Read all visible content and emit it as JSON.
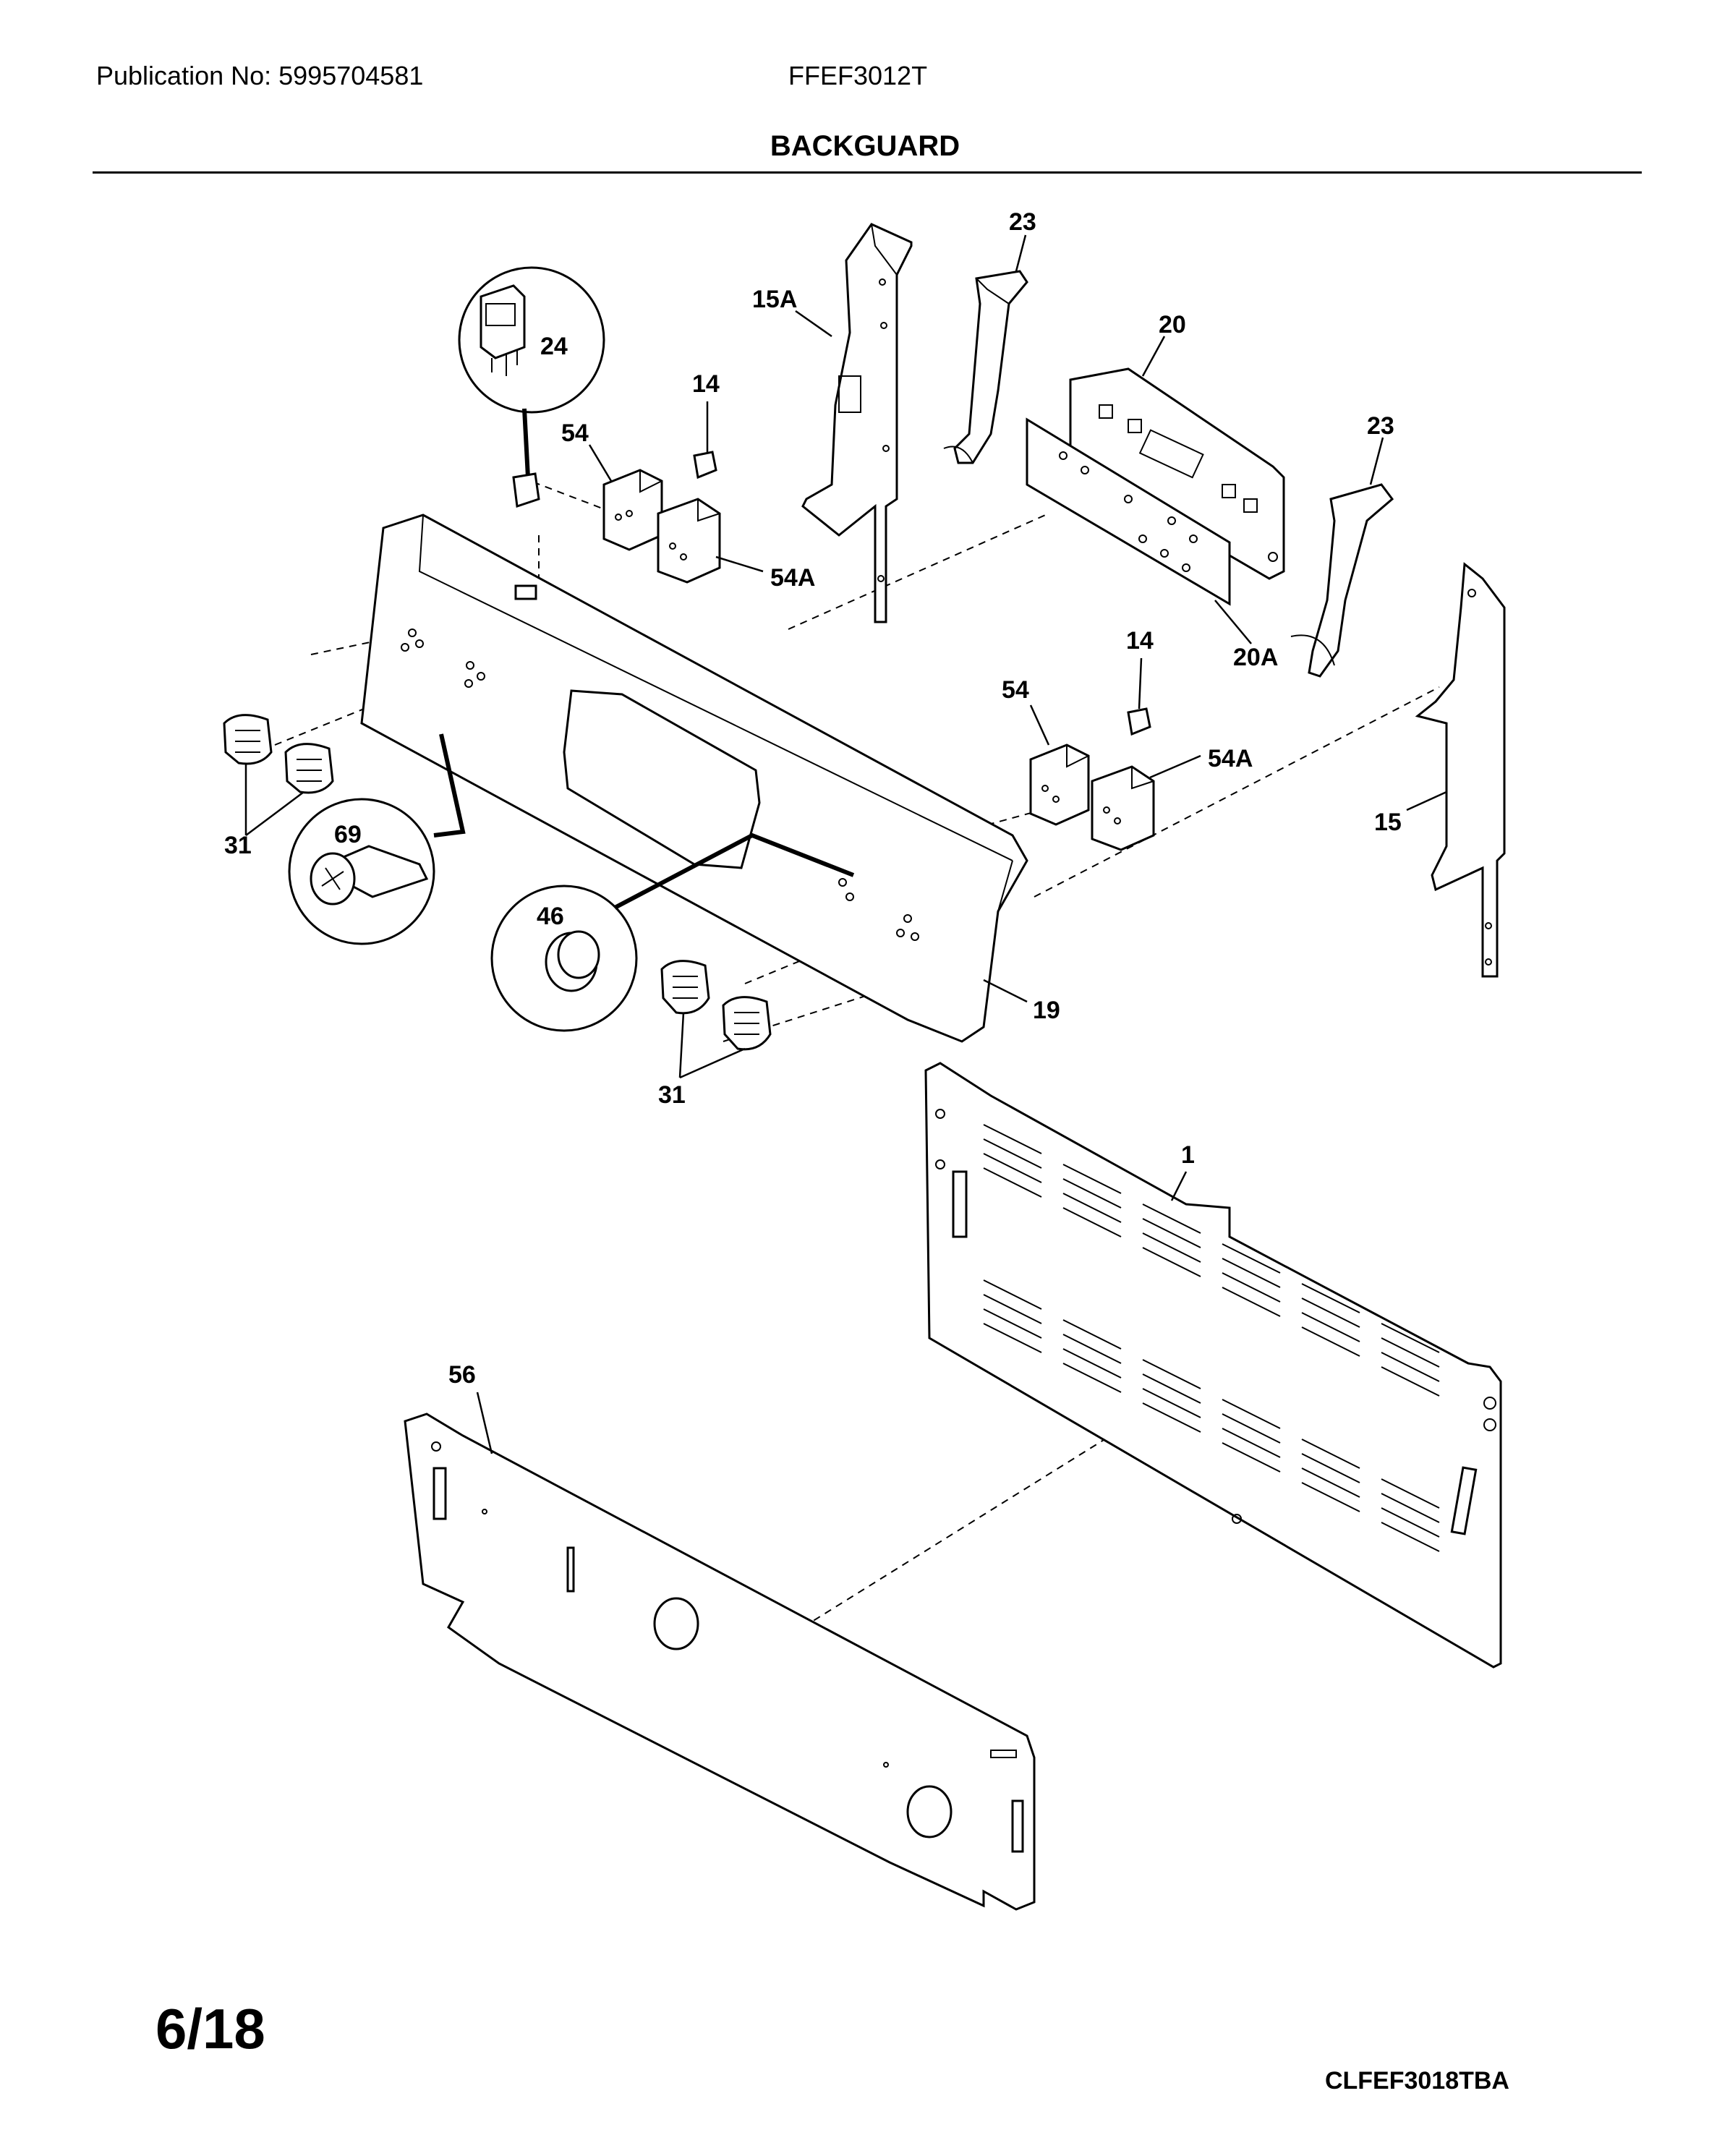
{
  "header": {
    "publication": "Publication No: 5995704581",
    "model": "FFEF3012T"
  },
  "title": "BACKGUARD",
  "footer": {
    "page": "6/18",
    "code": "CLFEF3018TBA"
  },
  "callouts": {
    "c23a": "23",
    "c15a": "15A",
    "c20": "20",
    "c24": "24",
    "c14a": "14",
    "c54a": "54",
    "c54aa": "54A",
    "c23b": "23",
    "c20a": "20A",
    "c14b": "14",
    "c54b": "54",
    "c54ab": "54A",
    "c15": "15",
    "c69": "69",
    "c31a": "31",
    "c46": "46",
    "c19": "19",
    "c31b": "31",
    "c1": "1",
    "c56": "56"
  }
}
